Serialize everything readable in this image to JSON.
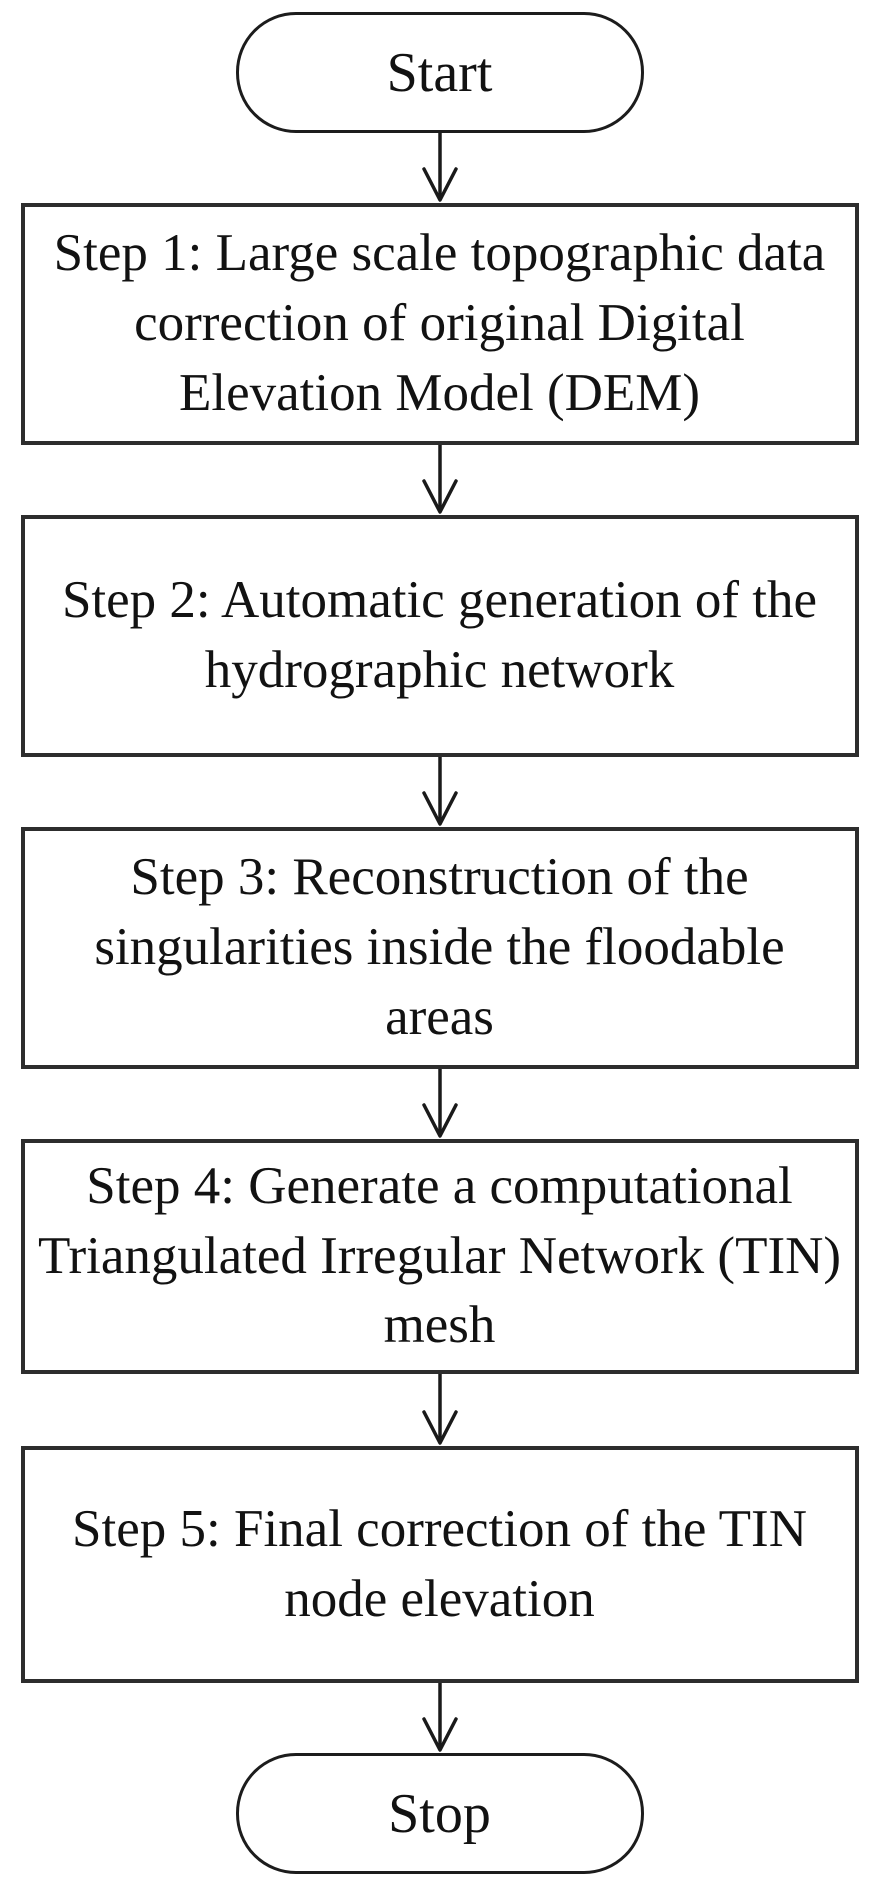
{
  "flowchart": {
    "title_hint": "DEM-to-TIN processing workflow",
    "start": {
      "label": "Start"
    },
    "stop": {
      "label": "Stop"
    },
    "steps": [
      {
        "id": 1,
        "label": "Step 1: Large scale topographic data correction of original Digital Elevation Model (DEM)"
      },
      {
        "id": 2,
        "label": "Step 2: Automatic generation of the hydrographic network"
      },
      {
        "id": 3,
        "label": "Step 3: Reconstruction of the singularities inside the floodable areas"
      },
      {
        "id": 4,
        "label": "Step 4: Generate a computational Triangulated Irregular Network (TIN) mesh"
      },
      {
        "id": 5,
        "label": "Step 5: Final correction of the TIN node elevation"
      }
    ],
    "colors": {
      "background": "#ffffff",
      "box_border": "#2d2d2d",
      "terminal_border": "#1c1c1c",
      "text": "#121212",
      "arrow": "#1a1a1a"
    }
  }
}
